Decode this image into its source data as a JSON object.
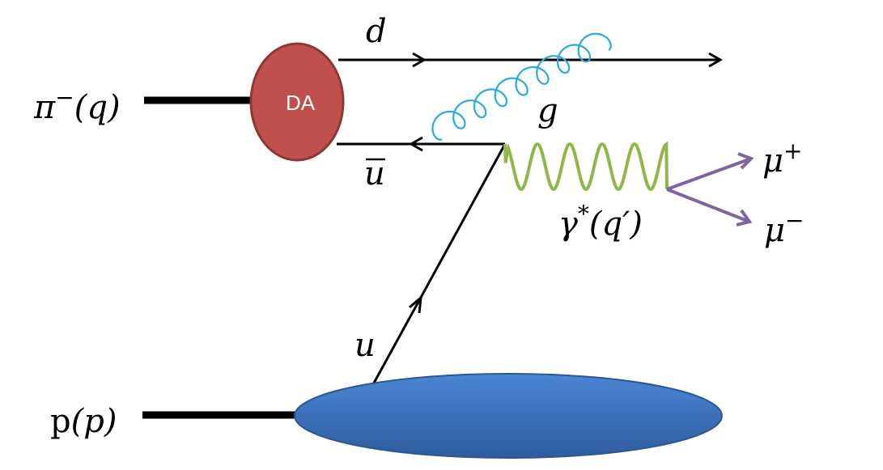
{
  "labels": {
    "pion": {
      "symbol": "π",
      "sup": "−",
      "arg": "(q)"
    },
    "proton": {
      "symbol": "p",
      "arg": "(p)"
    },
    "da": "DA",
    "d_quark": "d",
    "u_bar": "u",
    "gluon": "g",
    "u_quark": "u",
    "photon": {
      "symbol": "γ",
      "sup": "*",
      "arg": "(q′)"
    },
    "mu_plus": {
      "symbol": "μ",
      "sup": "+"
    },
    "mu_minus": {
      "symbol": "μ",
      "sup": "−"
    }
  },
  "colors": {
    "da_fill": "#c0504d",
    "da_stroke": "#8c3836",
    "proton_blob": "#3a6fb8",
    "gluon": "#29abe2",
    "photon": "#8fb84a",
    "muon": "#8064a2",
    "line": "#000000"
  }
}
